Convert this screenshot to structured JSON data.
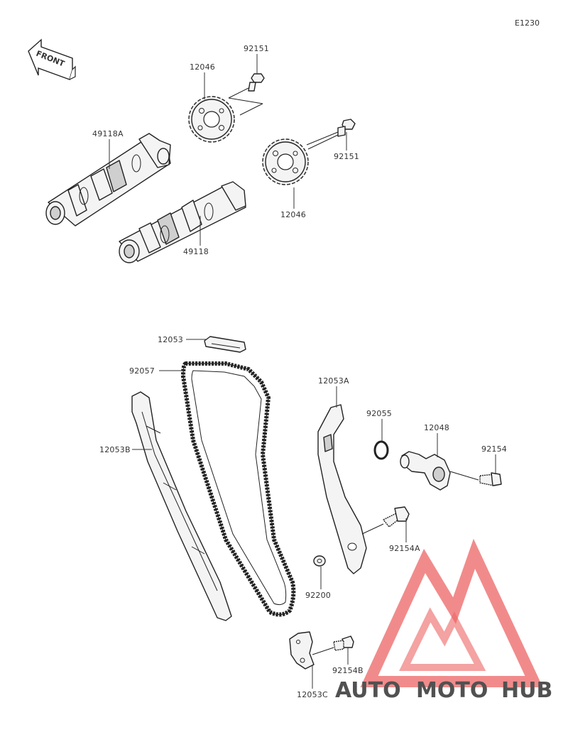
{
  "diagram_code": "E1230",
  "front_arrow_text": "FRONT",
  "colors": {
    "line": "#222222",
    "watermark_red": "#ea4a4a",
    "watermark_orange": "#f0a040",
    "watermark_gray": "#555555"
  },
  "watermark": {
    "text_left": "AUTO",
    "text_mid": "MOTO",
    "text_right": "HUB"
  },
  "parts": [
    {
      "number": "92151"
    },
    {
      "number": "12046"
    },
    {
      "number": "49118A"
    },
    {
      "number": "92151"
    },
    {
      "number": "12046"
    },
    {
      "number": "49118"
    },
    {
      "number": "12053"
    },
    {
      "number": "92057"
    },
    {
      "number": "12053A"
    },
    {
      "number": "92055"
    },
    {
      "number": "12048"
    },
    {
      "number": "92154"
    },
    {
      "number": "12053B"
    },
    {
      "number": "92154A"
    },
    {
      "number": "92200"
    },
    {
      "number": "92154B"
    },
    {
      "number": "12053C"
    }
  ]
}
